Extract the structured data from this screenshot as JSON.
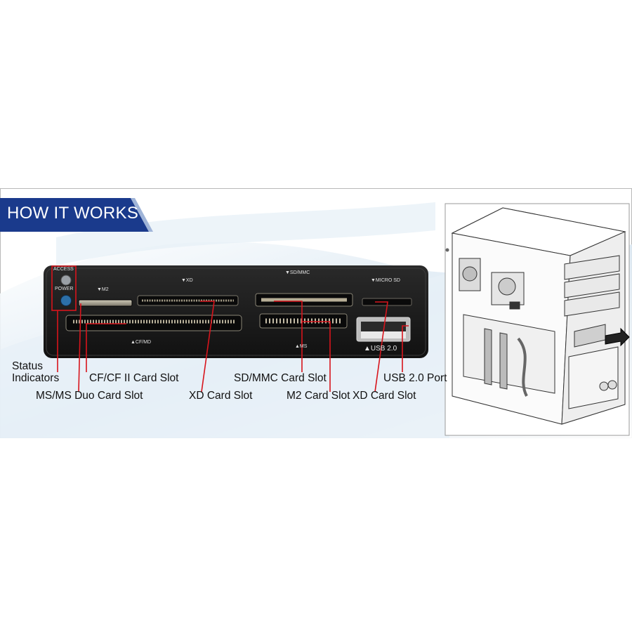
{
  "banner": {
    "title": "HOW IT WORKS"
  },
  "panel_labels": {
    "access": "ACCESS",
    "power": "POWER",
    "m2": "▼M2",
    "xd": "▼XD",
    "sd_mmc": "▼SD/MMC",
    "micro_sd": "▼MICRO SD",
    "cf_md": "▲CF/MD",
    "ms": "▲MS",
    "usb": "▲USB 2.0"
  },
  "callouts": {
    "status_indicators_1": "Status",
    "status_indicators_2": "Indicators",
    "ms_duo": "MS/MS Duo Card Slot",
    "cf": "CF/CF II Card Slot",
    "xd_left": "XD Card Slot",
    "sd_mmc": "SD/MMC Card Slot",
    "m2": "M2 Card Slot",
    "xd_right": "XD Card Slot",
    "usb_port": "USB 2.0 Port"
  },
  "colors": {
    "banner": "#1a3a8c",
    "callout_line": "#d8141c",
    "panel": "#1c1c1c",
    "background_wave": "#cfe0ee"
  }
}
